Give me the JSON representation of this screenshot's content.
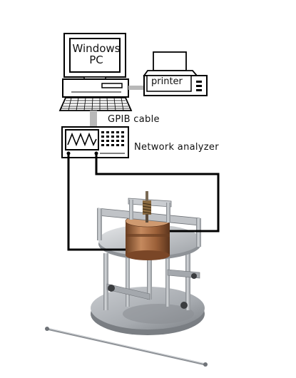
{
  "labels": {
    "pc_line1": "Windows",
    "pc_line2": "PC",
    "printer": "printer",
    "gpib": "GPIB cable",
    "network_analyzer": "Network  analyzer"
  },
  "colors": {
    "line": "#000000",
    "cable_gray": "#b8b8b8",
    "metal": "#b9bcc0",
    "copper": "#b3754a"
  }
}
